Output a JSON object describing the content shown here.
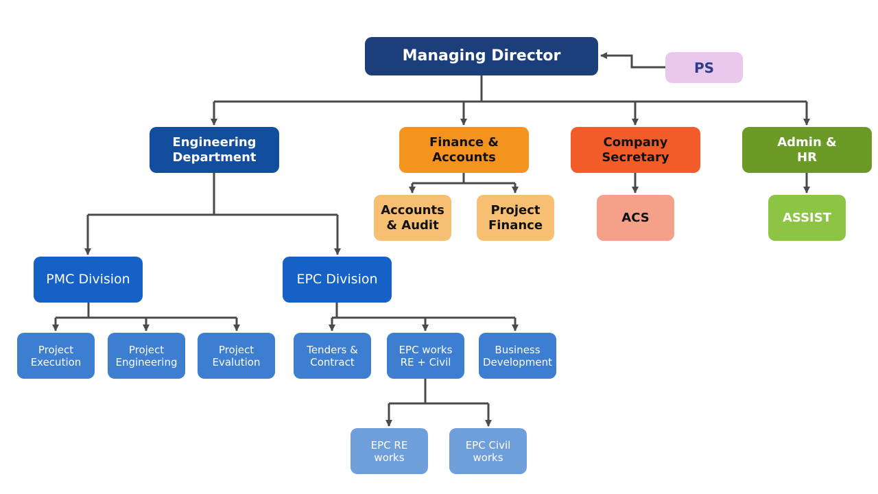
{
  "colors": {
    "navy": "#1c3f7c",
    "eng": "#124d9e",
    "division": "#1561c6",
    "unit": "#3d7ed1",
    "subunit": "#6f9fdb",
    "ps": "#e9c8ec",
    "ps_text": "#2e3c8a",
    "finance": "#f4931d",
    "finance_sub": "#f6bf72",
    "company": "#f15c29",
    "company_sub": "#f5a088",
    "admin": "#6b9a26",
    "admin_sub": "#8cc444",
    "connector": "#4a4a4a"
  },
  "nodes": {
    "md": "Managing  Director",
    "ps": "PS",
    "engineering": "Engineering\nDepartment",
    "finance": "Finance &\nAccounts",
    "company": "Company\nSecretary",
    "admin": "Admin &\nHR",
    "accounts_audit": "Accounts\n& Audit",
    "project_finance": "Project\nFinance",
    "acs": "ACS",
    "assist": "ASSIST",
    "pmc": "PMC Division",
    "epc": "EPC Division",
    "project_execution": "Project\nExecution",
    "project_engineering": "Project\nEngineering",
    "project_evalution": "Project\nEvalution",
    "tenders": "Tenders &\nContract",
    "epc_works": "EPC works\nRE + Civil",
    "business_dev": "Business\nDevelopment",
    "epc_re": "EPC RE\nworks",
    "epc_civil": "EPC Civil\nworks"
  }
}
